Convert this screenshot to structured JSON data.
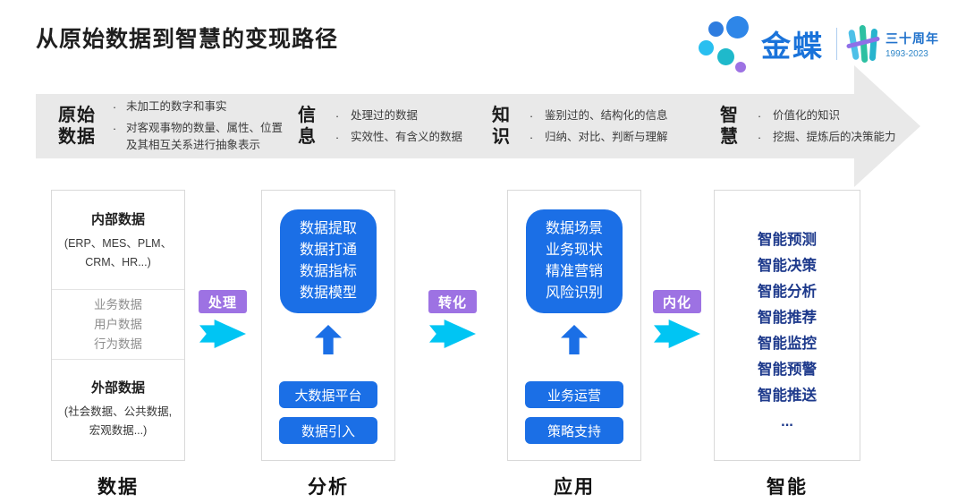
{
  "page": {
    "title": "从原始数据到智慧的变现路径"
  },
  "logo": {
    "brand": "金蝶",
    "anniversary_title": "三十周年",
    "anniversary_years": "1993-2023"
  },
  "banner": {
    "bullet_char": "·",
    "stages": [
      {
        "label_l1": "原始",
        "label_l2": "数据",
        "points": [
          "未加工的数字和事实",
          "对客观事物的数量、属性、位置及其相互关系进行抽象表示"
        ]
      },
      {
        "label_l1": "信",
        "label_l2": "息",
        "points": [
          "处理过的数据",
          "实效性、有含义的数据"
        ]
      },
      {
        "label_l1": "知",
        "label_l2": "识",
        "points": [
          "鉴别过的、结构化的信息",
          "归纳、对比、判断与理解"
        ]
      },
      {
        "label_l1": "智",
        "label_l2": "慧",
        "points": [
          "价值化的知识",
          "挖掘、提炼后的决策能力"
        ]
      }
    ]
  },
  "flow": {
    "connectors": [
      {
        "label": "处理"
      },
      {
        "label": "转化"
      },
      {
        "label": "内化"
      }
    ],
    "data_column": {
      "internal_title": "内部数据",
      "internal_detail": "(ERP、MES、PLM、CRM、HR...)",
      "middle_items": [
        "业务数据",
        "用户数据",
        "行为数据"
      ],
      "external_title": "外部数据",
      "external_detail": "(社会数据、公共数据, 宏观数据...)"
    },
    "analysis_column": {
      "capability_lines": [
        "数据提取",
        "数据打通",
        "数据指标",
        "数据模型"
      ],
      "buttons": [
        "大数据平台",
        "数据引入"
      ]
    },
    "application_column": {
      "capability_lines": [
        "数据场景",
        "业务现状",
        "精准营销",
        "风险识别"
      ],
      "buttons": [
        "业务运营",
        "策略支持"
      ]
    },
    "intelligence_column": {
      "items": [
        "智能预测",
        "智能决策",
        "智能分析",
        "智能推荐",
        "智能监控",
        "智能预警",
        "智能推送",
        "..."
      ]
    },
    "footer_labels": [
      "数据",
      "分析",
      "应用",
      "智能"
    ]
  },
  "colors": {
    "primary_blue": "#1B6FE6",
    "navy_text": "#1E3A8C",
    "purple_badge": "#9D72E3",
    "cyan_arrow": "#00C5F3",
    "banner_gray": "#E9E9E9",
    "brand_blue": "#1A73DA"
  }
}
